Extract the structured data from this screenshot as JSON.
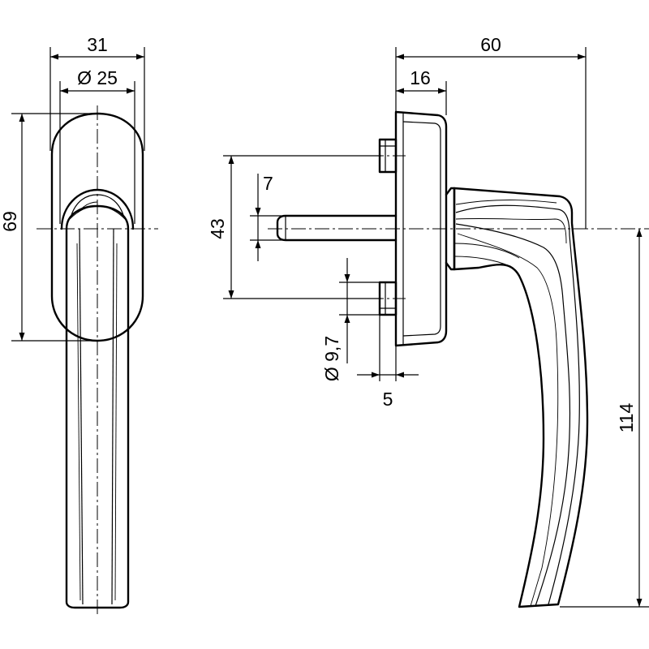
{
  "colors": {
    "line": "#000000",
    "background": "#ffffff"
  },
  "dimensions": {
    "width_31": "31",
    "diameter_25": "Ø 25",
    "height_69": "69",
    "length_60": "60",
    "depth_16": "16",
    "spacing_43": "43",
    "spindle_7": "7",
    "screw_diameter": "Ø 9,7",
    "screw_5": "5",
    "handle_114": "114"
  }
}
